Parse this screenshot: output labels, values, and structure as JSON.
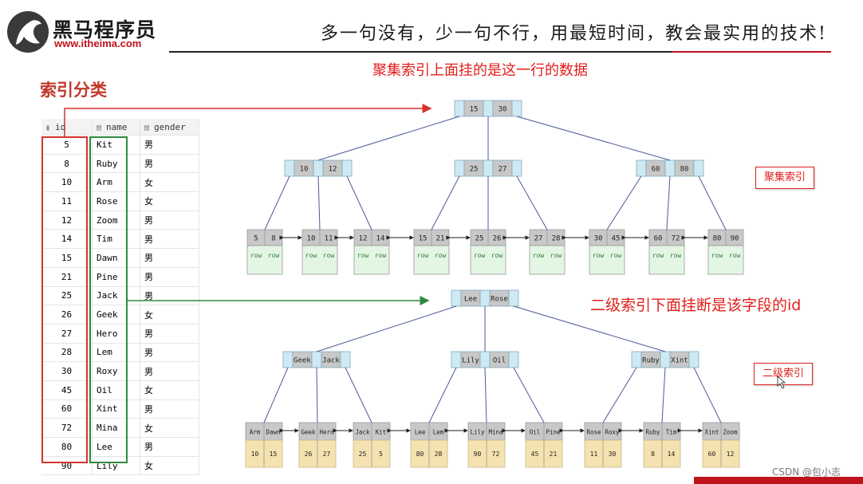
{
  "header": {
    "brand": "黑马程序员",
    "url": "www.itheima.com",
    "slogan": "多一句没有，少一句不行，用最短时间，教会最实用的技术!"
  },
  "section_title": "索引分类",
  "notes": {
    "clustered_note": "聚集索引上面挂的是这一行的数据",
    "secondary_note": "二级索引下面挂断是该字段的id"
  },
  "tags": {
    "clustered": "聚集索引",
    "secondary": "二级索引"
  },
  "table": {
    "headers": [
      "id",
      "name",
      "gender"
    ],
    "rows": [
      [
        "5",
        "Kit",
        "男"
      ],
      [
        "8",
        "Ruby",
        "男"
      ],
      [
        "10",
        "Arm",
        "女"
      ],
      [
        "11",
        "Rose",
        "女"
      ],
      [
        "12",
        "Zoom",
        "男"
      ],
      [
        "14",
        "Tim",
        "男"
      ],
      [
        "15",
        "Dawn",
        "男"
      ],
      [
        "21",
        "Pine",
        "男"
      ],
      [
        "25",
        "Jack",
        "男"
      ],
      [
        "26",
        "Geek",
        "女"
      ],
      [
        "27",
        "Hero",
        "男"
      ],
      [
        "28",
        "Lem",
        "男"
      ],
      [
        "30",
        "Roxy",
        "男"
      ],
      [
        "45",
        "Oil",
        "女"
      ],
      [
        "60",
        "Xint",
        "男"
      ],
      [
        "72",
        "Mina",
        "女"
      ],
      [
        "80",
        "Lee",
        "男"
      ],
      [
        "90",
        "Lily",
        "女"
      ]
    ]
  },
  "clustered_tree": {
    "root": [
      "15",
      "30"
    ],
    "internal": [
      [
        "10",
        "12"
      ],
      [
        "25",
        "27"
      ],
      [
        "60",
        "80"
      ]
    ],
    "leaves": [
      [
        "5",
        "8"
      ],
      [
        "10",
        "11"
      ],
      [
        "12",
        "14"
      ],
      [
        "15",
        "21"
      ],
      [
        "25",
        "26"
      ],
      [
        "27",
        "28"
      ],
      [
        "30",
        "45"
      ],
      [
        "60",
        "72"
      ],
      [
        "80",
        "90"
      ]
    ],
    "row_label": "row"
  },
  "secondary_tree": {
    "root": [
      "Lee",
      "Rose"
    ],
    "internal": [
      [
        "Geek",
        "Jack"
      ],
      [
        "Lily",
        "Oil"
      ],
      [
        "Ruby",
        "Xint"
      ]
    ],
    "leaves": [
      {
        "keys": [
          "Arm",
          "Dawn"
        ],
        "ids": [
          "10",
          "15"
        ]
      },
      {
        "keys": [
          "Geek",
          "Hero"
        ],
        "ids": [
          "26",
          "27"
        ]
      },
      {
        "keys": [
          "Jack",
          "Kit"
        ],
        "ids": [
          "25",
          "5"
        ]
      },
      {
        "keys": [
          "Lee",
          "Lem"
        ],
        "ids": [
          "80",
          "28"
        ]
      },
      {
        "keys": [
          "Lily",
          "Mina"
        ],
        "ids": [
          "90",
          "72"
        ]
      },
      {
        "keys": [
          "Oil",
          "Pine"
        ],
        "ids": [
          "45",
          "21"
        ]
      },
      {
        "keys": [
          "Rose",
          "Roxy"
        ],
        "ids": [
          "11",
          "30"
        ]
      },
      {
        "keys": [
          "Ruby",
          "Tim"
        ],
        "ids": [
          "8",
          "14"
        ]
      },
      {
        "keys": [
          "Xint",
          "Zoom"
        ],
        "ids": [
          "60",
          "12"
        ]
      }
    ]
  },
  "watermark": "CSDN @包小志",
  "colors": {
    "accent_red": "#e0201c",
    "highlight_green": "#2e8b3e",
    "key_cell": "#c8c8c8",
    "pointer_cell": "#cfe9f3",
    "row_cell": "#e3f5e3",
    "id_cell": "#f4e2b0"
  }
}
